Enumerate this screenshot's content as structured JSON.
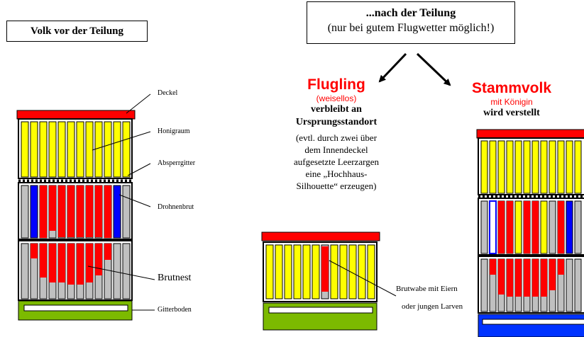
{
  "left": {
    "title": "Volk vor der Teilung",
    "labels": {
      "deckel": "Deckel",
      "honigraum": "Honigraum",
      "absperrgitter": "Absperrgitter",
      "drohnenbrut": "Drohnenbrut",
      "brutnest": "Brutnest",
      "gitterboden": "Gitterboden"
    }
  },
  "top_box": {
    "line1": "...nach der Teilung",
    "line2": "(nur bei gutem Flugwetter möglich!)"
  },
  "flugling": {
    "name": "Flugling",
    "sub": "(weisellos)",
    "bold1": "verbleibt an",
    "bold2": "Ursprungsstandort",
    "note": [
      "(evtl. durch zwei über",
      "dem Innendeckel",
      "aufgesetzte Leerzargen",
      "eine „Hochhaus-",
      "Silhouette“ erzeugen)"
    ],
    "brutwabe1": "Brutwabe mit Eiern",
    "brutwabe2": "oder jungen Larven"
  },
  "stammvolk": {
    "name": "Stammvolk",
    "sub": "mit Königin",
    "bold": "wird verstellt"
  },
  "colors": {
    "red": "#ff0000",
    "yellow": "#ffff00",
    "blue": "#0000ff",
    "gray": "#c0c0c0",
    "green": "#7cba00",
    "bottom_blue": "#0033ff"
  }
}
